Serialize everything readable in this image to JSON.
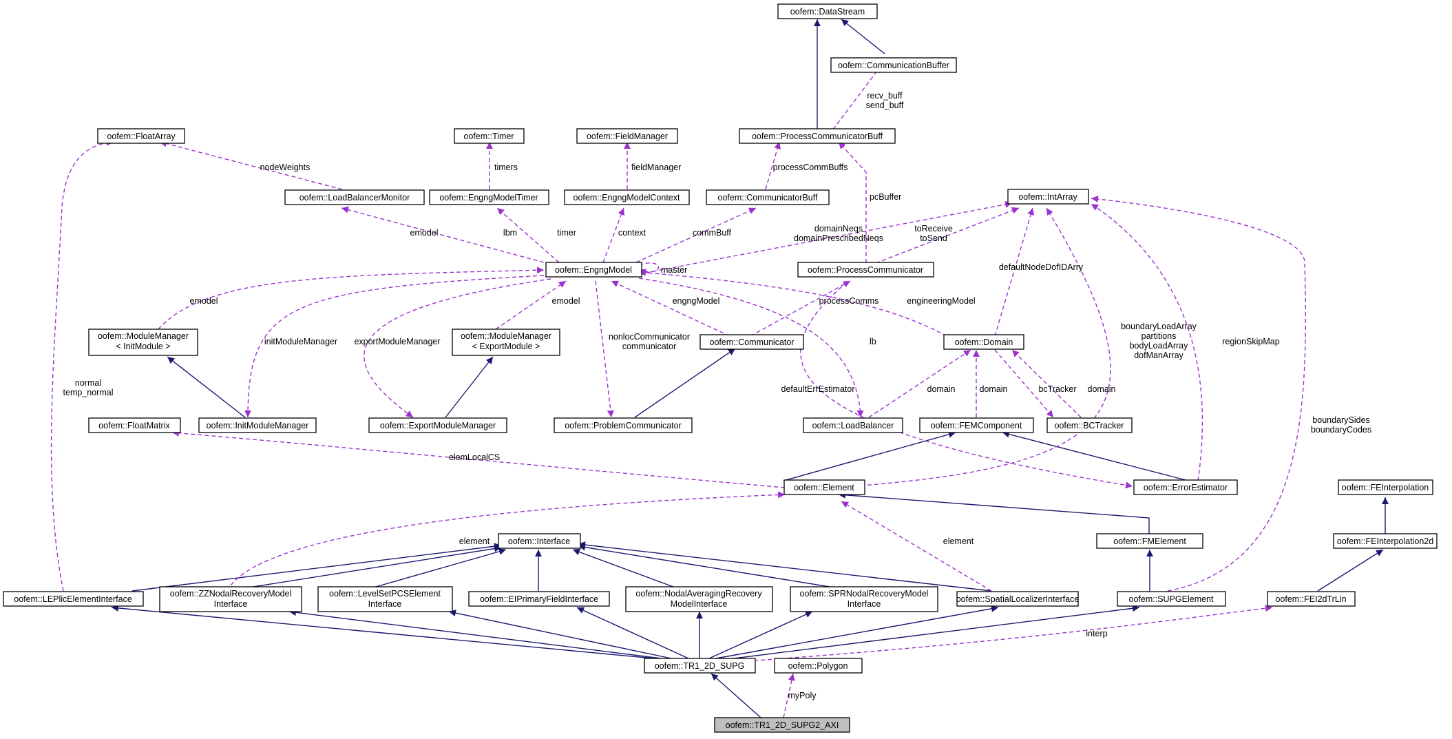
{
  "diagram": {
    "nodes": {
      "datastream": "oofem::DataStream",
      "commbuffer": "oofem::CommunicationBuffer",
      "proccommbuff": "oofem::ProcessCommunicatorBuff",
      "floatarray": "oofem::FloatArray",
      "timer": "oofem::Timer",
      "fieldmanager": "oofem::FieldManager",
      "lbmonitor": "oofem::LoadBalancerMonitor",
      "engngtimer": "oofem::EngngModelTimer",
      "engngcontext": "oofem::EngngModelContext",
      "communicatorbuff": "oofem::CommunicatorBuff",
      "intarray": "oofem::IntArray",
      "engngmodel": "oofem::EngngModel",
      "proccomm": "oofem::ProcessCommunicator",
      "modmgr_init": [
        "oofem::ModuleManager",
        "< InitModule >"
      ],
      "modmgr_export": [
        "oofem::ModuleManager",
        "< ExportModule >"
      ],
      "communicator": "oofem::Communicator",
      "domain": "oofem::Domain",
      "floatmatrix": "oofem::FloatMatrix",
      "initmodmgr": "oofem::InitModuleManager",
      "exportmodmgr": "oofem::ExportModuleManager",
      "problemcomm": "oofem::ProblemCommunicator",
      "loadbalancer": "oofem::LoadBalancer",
      "femcomponent": "oofem::FEMComponent",
      "bctracker": "oofem::BCTracker",
      "element": "oofem::Element",
      "errorestimator": "oofem::ErrorEstimator",
      "feinterpolation": "oofem::FEInterpolation",
      "interface": "oofem::Interface",
      "fmelement": "oofem::FMElement",
      "feinterpolation2d": "oofem::FEInterpolation2d",
      "leplic": "oofem::LEPlicElementInterface",
      "zznodal": [
        "oofem::ZZNodalRecoveryModel",
        "Interface"
      ],
      "levelset": [
        "oofem::LevelSetPCSElement",
        "Interface"
      ],
      "eiprimary": "oofem::EIPrimaryFieldInterface",
      "nodalavg": [
        "oofem::NodalAveragingRecovery",
        "ModelInterface"
      ],
      "sprnodal": [
        "oofem::SPRNodalRecoveryModel",
        "Interface"
      ],
      "spatialloc": "oofem::SpatialLocalizerInterface",
      "supgelement": "oofem::SUPGElement",
      "fei2dtrlin": "oofem::FEI2dTrLin",
      "tr1": "oofem::TR1_2D_SUPG",
      "polygon": "oofem::Polygon",
      "tr1axi": "oofem::TR1_2D_SUPG2_AXI"
    },
    "edge_labels": {
      "recv_send": [
        "recv_buff",
        "send_buff"
      ],
      "nodeWeights": "nodeWeights",
      "timers": "timers",
      "fieldManager": "fieldManager",
      "processCommBuffs": "processCommBuffs",
      "pcBuffer": "pcBuffer",
      "emodel_lb": "emodel",
      "lbm": "lbm",
      "timer": "timer",
      "context": "context",
      "commBuff": "commBuff",
      "domainNeqs": [
        "domainNeqs",
        "domainPrescribedNeqs"
      ],
      "toReceive": [
        "toReceive",
        "toSend"
      ],
      "master": "master",
      "emodel_init": "emodel",
      "emodel_export": "emodel",
      "engngModel": "engngModel",
      "processComms": "processComms",
      "engineeringModel": "engineeringModel",
      "defaultNodeDofIDArry": "defaultNodeDofIDArry",
      "initModuleManager": "initModuleManager",
      "exportModuleManager": "exportModuleManager",
      "nonlocComm": [
        "nonlocCommunicator",
        "communicator"
      ],
      "lb": "lb",
      "defaultErrEstimator": "defaultErrEstimator",
      "domain_lb": "domain",
      "domain_fem": "domain",
      "bcTracker": "bcTracker",
      "domain_bc": "domain",
      "boundaryLoadArray": [
        "boundaryLoadArray",
        "partitions",
        "bodyLoadArray",
        "dofManArray"
      ],
      "regionSkipMap": "regionSkipMap",
      "normal": [
        "normal",
        "temp_normal"
      ],
      "boundarySides": [
        "boundarySides",
        "boundaryCodes"
      ],
      "elemLocalCS": "elemLocalCS",
      "element_zz": "element",
      "element_spatial": "element",
      "interp": "interp",
      "myPoly": "myPoly"
    }
  }
}
